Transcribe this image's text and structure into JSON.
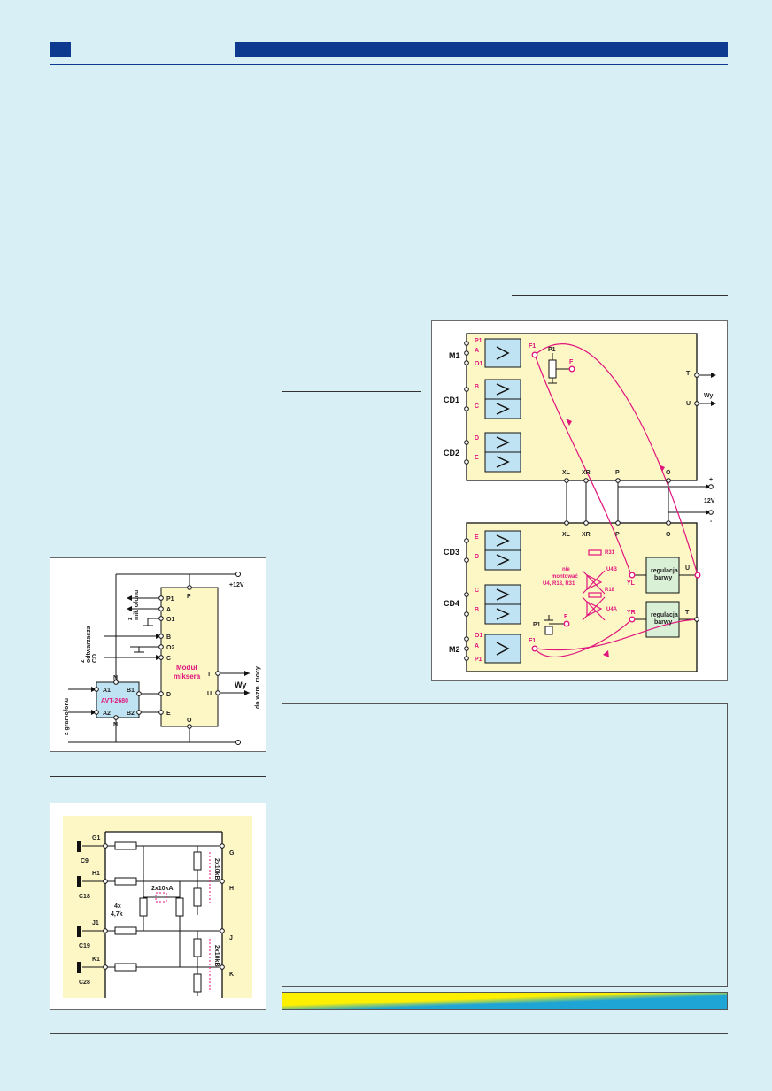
{
  "colors": {
    "navy": "#0d3a8e",
    "magenta": "#e0147d",
    "yellow_block": "#fdf7c5",
    "blue_block": "#bfe3f2",
    "green_block": "#d9efd6",
    "page_bg": "#d9eff6"
  },
  "fig_mixer_connection": {
    "supply": "+12V",
    "mic_label": [
      "z",
      "mikrofonu"
    ],
    "cd_label": [
      "z",
      "odtwarzacza",
      "CD"
    ],
    "phono_label": "z gramofonu",
    "module_label": [
      "Moduł",
      "miksera"
    ],
    "avt_label": "AVT-2680",
    "output_label": "Wy",
    "power_amp_label": "do wzm. mocy",
    "pins": {
      "p1": "P1",
      "a": "A",
      "o1": "O1",
      "b": "B",
      "o2": "O2",
      "c": "C",
      "d": "D",
      "e": "E",
      "p": "P",
      "t": "T",
      "u": "U",
      "o": "O",
      "a1": "A1",
      "a2": "A2",
      "b1": "B1",
      "b2": "B2",
      "n": "N"
    }
  },
  "fig_tone_network": {
    "caps": [
      "C9",
      "C18",
      "C19",
      "C28"
    ],
    "left_nodes": [
      "G1",
      "H1",
      "J1",
      "K1"
    ],
    "right_nodes": [
      "G",
      "H",
      "J",
      "K"
    ],
    "resistor_label": [
      "4x",
      "4,7k"
    ],
    "pot_center_label": "2x10kA",
    "pot_side_label": "2x10kB"
  },
  "fig_block_diagram": {
    "inputs": [
      "M1",
      "CD1",
      "CD2",
      "CD3",
      "CD4",
      "M2"
    ],
    "pins_top": [
      "P1",
      "A",
      "O1",
      "B",
      "C",
      "D",
      "E"
    ],
    "pins_bottom": [
      "E",
      "D",
      "C",
      "B",
      "O1",
      "A",
      "P1"
    ],
    "f1": "F1",
    "f": "F",
    "p1": "P1",
    "bus_pins": [
      "XL",
      "XR",
      "P",
      "O"
    ],
    "out_pins": [
      "T",
      "U"
    ],
    "output_label": "Wy",
    "supply_plus": "+",
    "supply_label": "12V",
    "supply_minus": "-",
    "tone_block": [
      "regulacja",
      "barwy"
    ],
    "yl": "YL",
    "yr": "YR",
    "r31": "R31",
    "r18": "R18",
    "u4b": "U4B",
    "u4a": "U4A",
    "note": [
      "nie",
      "montować",
      "U4, R18, R31"
    ]
  }
}
